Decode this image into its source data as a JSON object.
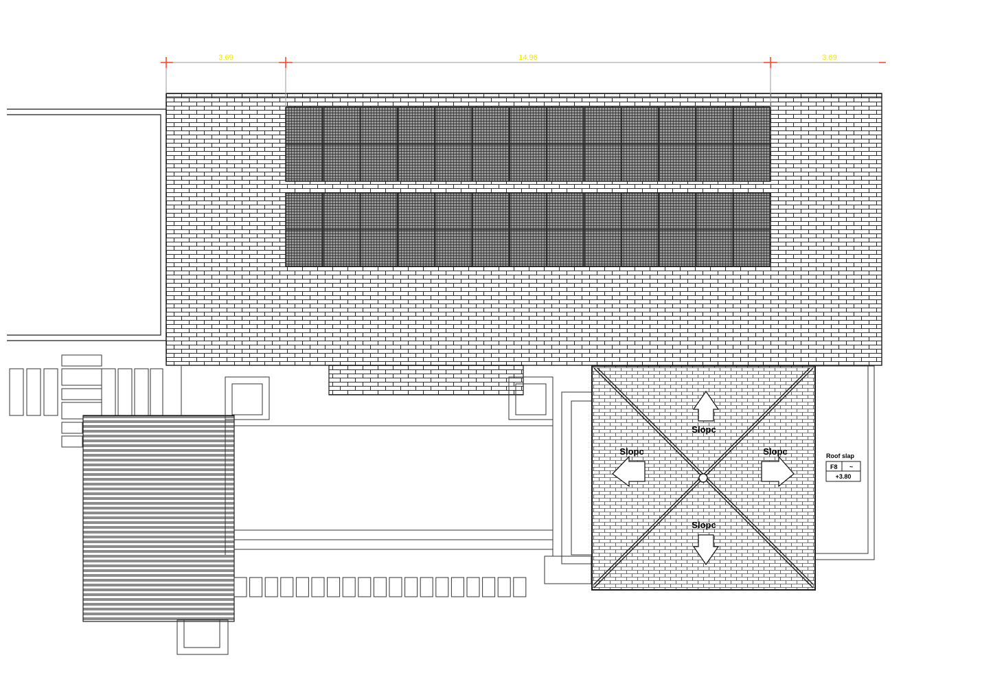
{
  "dimensions": {
    "left": "3.69",
    "middle": "14.96",
    "right": "3.69"
  },
  "slope_labels": {
    "top": "Slopc",
    "left": "Slopc",
    "right": "Slopc",
    "bottom": "Slopc"
  },
  "roof_tag": {
    "title": "Roof slap",
    "code": "F8",
    "mark": "~",
    "elevation": "+3.80"
  },
  "colors": {
    "dimension_text": "#f2e600",
    "dimension_marker": "#ff3b1f",
    "line": "#1a1a1a",
    "panel_fill": "#777777"
  }
}
